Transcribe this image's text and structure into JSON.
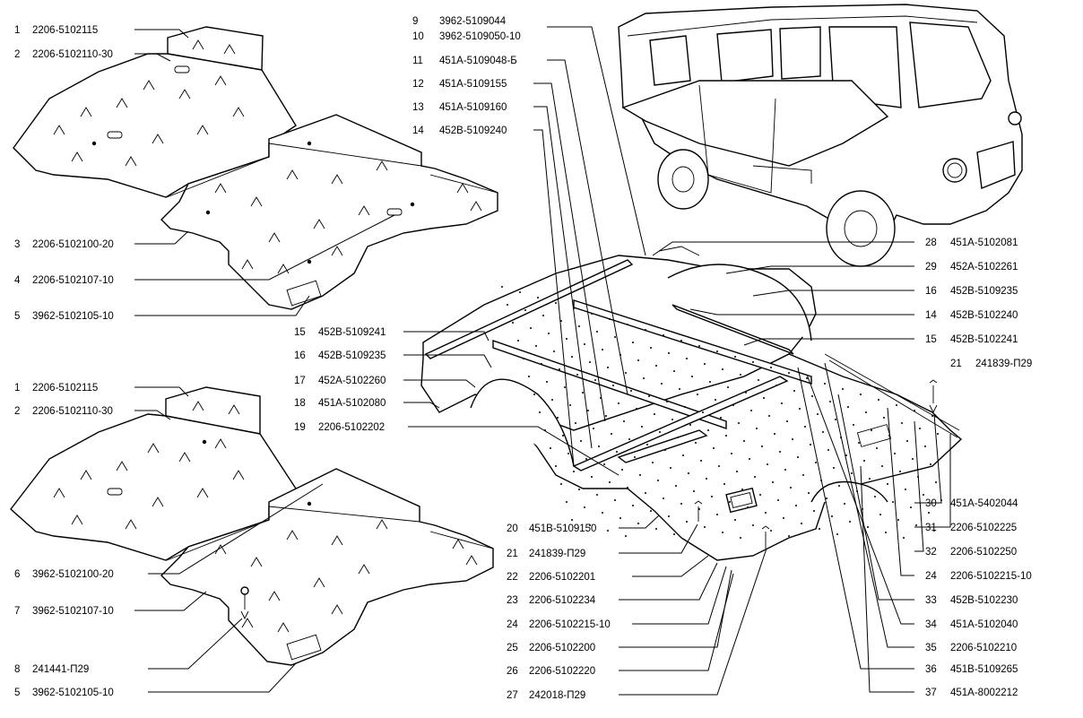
{
  "callouts_left": [
    {
      "num": "1",
      "code": "2206-5102115"
    },
    {
      "num": "2",
      "code": "2206-5102110-30"
    },
    {
      "num": "3",
      "code": "2206-5102100-20"
    },
    {
      "num": "4",
      "code": "2206-5102107-10"
    },
    {
      "num": "5",
      "code": "3962-5102105-10"
    },
    {
      "num": "1",
      "code": "2206-5102115"
    },
    {
      "num": "2",
      "code": "2206-5102110-30"
    },
    {
      "num": "6",
      "code": "3962-5102100-20"
    },
    {
      "num": "7",
      "code": "3962-5102107-10"
    },
    {
      "num": "8",
      "code": "241441-П29"
    },
    {
      "num": "5",
      "code": "3962-5102105-10"
    }
  ],
  "callouts_top": [
    {
      "num": "9",
      "code": "3962-5109044"
    },
    {
      "num": "10",
      "code": "3962-5109050-10"
    },
    {
      "num": "11",
      "code": "451А-5109048-Б"
    },
    {
      "num": "12",
      "code": "451А-5109155"
    },
    {
      "num": "13",
      "code": "451А-5109160"
    },
    {
      "num": "14",
      "code": "452В-5109240"
    }
  ],
  "callouts_mid": [
    {
      "num": "15",
      "code": "452В-5109241"
    },
    {
      "num": "16",
      "code": "452В-5109235"
    },
    {
      "num": "17",
      "code": "452А-5102260"
    },
    {
      "num": "18",
      "code": "451А-5102080"
    },
    {
      "num": "19",
      "code": "2206-5102202"
    }
  ],
  "callouts_bottom": [
    {
      "num": "20",
      "code": "451В-5109150"
    },
    {
      "num": "21",
      "code": "241839-П29"
    },
    {
      "num": "22",
      "code": "2206-5102201"
    },
    {
      "num": "23",
      "code": "2206-5102234"
    },
    {
      "num": "24",
      "code": "2206-5102215-10"
    },
    {
      "num": "25",
      "code": "2206-5102200"
    },
    {
      "num": "26",
      "code": "2206-5102220"
    },
    {
      "num": "27",
      "code": "242018-П29"
    }
  ],
  "callouts_right": [
    {
      "num": "28",
      "code": "451А-5102081"
    },
    {
      "num": "29",
      "code": "452А-5102261"
    },
    {
      "num": "16",
      "code": "452В-5109235"
    },
    {
      "num": "14",
      "code": "452В-5102240"
    },
    {
      "num": "15",
      "code": "452В-5102241"
    },
    {
      "num": "21",
      "code": "241839-П29"
    },
    {
      "num": "30",
      "code": "451А-5402044"
    },
    {
      "num": "31",
      "code": "2206-5102225"
    },
    {
      "num": "32",
      "code": "2206-5102250"
    },
    {
      "num": "24",
      "code": "2206-5102215-10"
    },
    {
      "num": "33",
      "code": "452В-5102230"
    },
    {
      "num": "34",
      "code": "451А-5102040"
    },
    {
      "num": "35",
      "code": "2206-5102210"
    },
    {
      "num": "36",
      "code": "451В-5109265"
    },
    {
      "num": "37",
      "code": "451А-8002212"
    }
  ]
}
